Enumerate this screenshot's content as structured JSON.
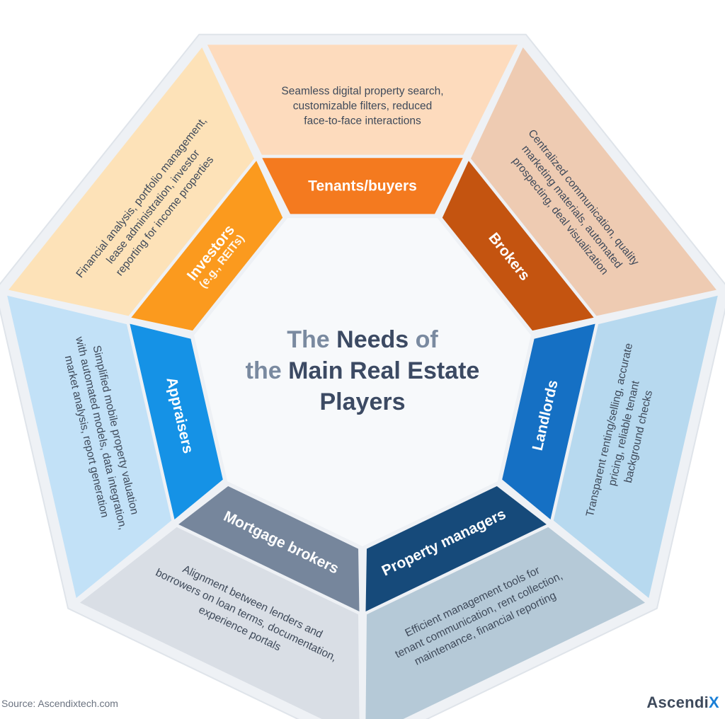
{
  "title": {
    "lines": [
      [
        {
          "text": "The ",
          "color": "#7a8aa0"
        },
        {
          "text": "Needs ",
          "color": "#3c4a63"
        },
        {
          "text": "of",
          "color": "#7a8aa0"
        }
      ],
      [
        {
          "text": "the ",
          "color": "#7a8aa0"
        },
        {
          "text": "Main Real Estate",
          "color": "#3c4a63"
        }
      ],
      [
        {
          "text": "Players",
          "color": "#3c4a63"
        }
      ]
    ]
  },
  "segments": [
    {
      "id": "tenants",
      "label": "Tenants/buyers",
      "sublabel": "",
      "band_color": "#f47a1f",
      "outer_color": "#fddbbd",
      "description": [
        "Seamless digital property search,",
        "customizable filters, reduced",
        "face-to-face interactions"
      ]
    },
    {
      "id": "brokers",
      "label": "Brokers",
      "sublabel": "",
      "band_color": "#c45410",
      "outer_color": "#eecbb2",
      "description": [
        "Centralized communication, quality",
        "marketing materials, automated",
        "prospecting, deal visualization"
      ]
    },
    {
      "id": "landlords",
      "label": "Landlords",
      "sublabel": "",
      "band_color": "#1570c4",
      "outer_color": "#b7d9ef",
      "description": [
        "Transparent renting/selling, accurate",
        "pricing, reliable tenant",
        "background checks"
      ]
    },
    {
      "id": "property-managers",
      "label": "Property managers",
      "sublabel": "",
      "band_color": "#164a7a",
      "outer_color": "#b5c9d7",
      "description": [
        "Efficient management tools for",
        "tenant communication, rent collection,",
        "maintenance, financial reporting"
      ]
    },
    {
      "id": "mortgage-brokers",
      "label": "Mortgage brokers",
      "sublabel": "",
      "band_color": "#76869c",
      "outer_color": "#d9dee5",
      "description": [
        "Alignment between lenders and",
        "borrowers on loan terms, documentation,",
        "experience portals"
      ]
    },
    {
      "id": "appraisers",
      "label": "Appraisers",
      "sublabel": "",
      "band_color": "#1592e6",
      "outer_color": "#c2e1f7",
      "description": [
        "Simplified mobile property valuation",
        "with automated models, data integration,",
        "market analysis, report generation"
      ]
    },
    {
      "id": "investors",
      "label": "Investors",
      "sublabel": "(e.g., REITs)",
      "band_color": "#fb9a1e",
      "outer_color": "#fde2b8",
      "description": [
        "Financial analysis, portfolio management,",
        "lease administration, investor",
        "reporting for income properties"
      ]
    }
  ],
  "colors": {
    "center_fill": "#f7f9fb",
    "outer_frame": "#eef1f5",
    "frame_stroke": "#dfe4ea"
  },
  "footer": {
    "source": "Source:  Ascendixtech.com",
    "brand_main": "Ascendi",
    "brand_accent": "X"
  }
}
